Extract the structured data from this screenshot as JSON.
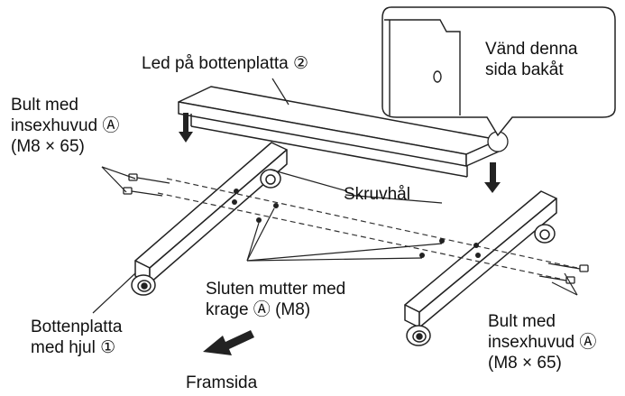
{
  "labels": {
    "led": "Led på bottenplatta ②",
    "vand_1": "Vänd denna",
    "vand_2": "sida bakåt",
    "bult_left_1": "Bult med",
    "bult_left_2": "insexhuvud Ⓐ",
    "bult_left_3": "(M8 × 65)",
    "skruvhal": "Skruvhål",
    "sluten_1": "Sluten mutter med",
    "sluten_2": "krage Ⓐ (M8)",
    "bottenplatta_1": "Bottenplatta",
    "bottenplatta_2": "med hjul ①",
    "framsida": "Framsida",
    "bult_right_1": "Bult med",
    "bult_right_2": "insexhuvud Ⓐ",
    "bult_right_3": "(M8 × 65)"
  }
}
